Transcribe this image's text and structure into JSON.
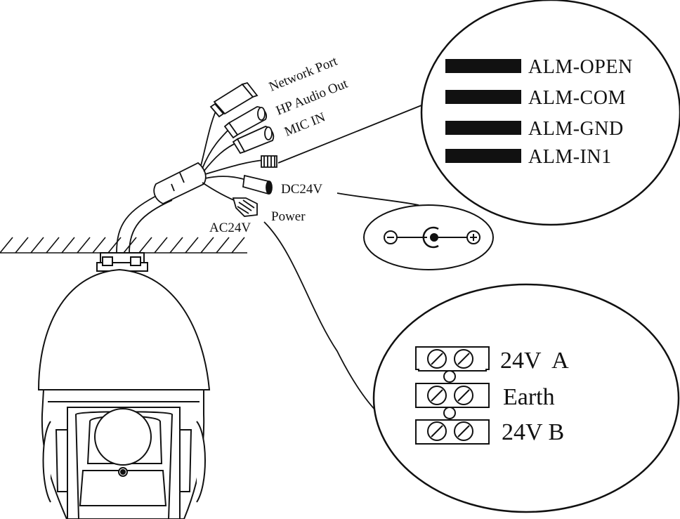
{
  "cable_labels": {
    "network_port": "Network Port",
    "hp_audio_out": "HP Audio Out",
    "mic_in": "MIC IN",
    "dc24v": "DC24V",
    "power": "Power",
    "ac24v": "AC24V"
  },
  "alarm_pins": [
    "ALM-OPEN",
    "ALM-COM",
    "ALM-GND",
    "ALM-IN1"
  ],
  "dc_polarity": {
    "left": "negative",
    "right": "positive"
  },
  "terminal_block": {
    "rows": [
      "24V  A",
      "Earth",
      "24V B"
    ]
  }
}
